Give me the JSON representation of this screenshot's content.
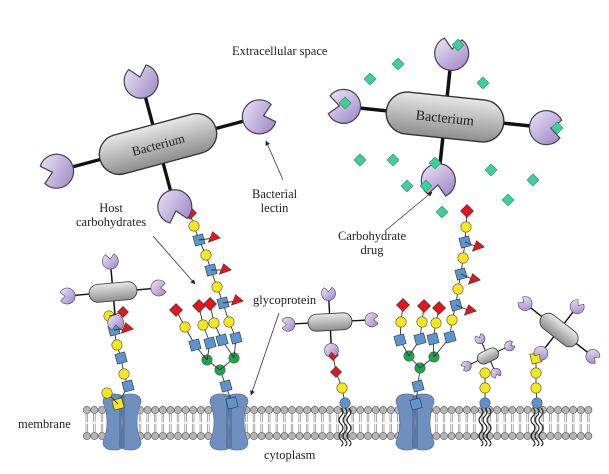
{
  "labels": {
    "extracellular": "Extracellular space",
    "bacterium_left": "Bacterium",
    "bacterium_right": "Bacterium",
    "host_carbohydrates": "Host\ncarbohydrates",
    "bacterial_lectin": "Bacterial\nlectin",
    "carbohydrate_drug": "Carbohydrate\ndrug",
    "glycoprotein": "glycoprotein",
    "membrane": "membrane",
    "cytoplasm": "cytoplasm"
  },
  "colors": {
    "lectin": "#b9a6d6",
    "bacterium": "#b8b8b8",
    "glcnac": "#5b95cf",
    "galactose": "#f5e816",
    "mannose": "#1aa64a",
    "sialic_acid": "#e6141d",
    "fucose": "#e6141d",
    "galnac": "#f5e816",
    "glucose": "#5b95cf",
    "drug": "#3fcf98",
    "protein": "#6f8fbf",
    "lipid_head": "#b5b5b5"
  },
  "legend_symbols": {
    "blue_square": "GlcNAc",
    "yellow_circle": "Gal",
    "green_circle": "Man",
    "red_diamond": "Sia",
    "red_triangle": "Fuc",
    "yellow_square": "GalNAc",
    "blue_circle": "Glc",
    "teal_diamond": "carbohydrate drug"
  }
}
